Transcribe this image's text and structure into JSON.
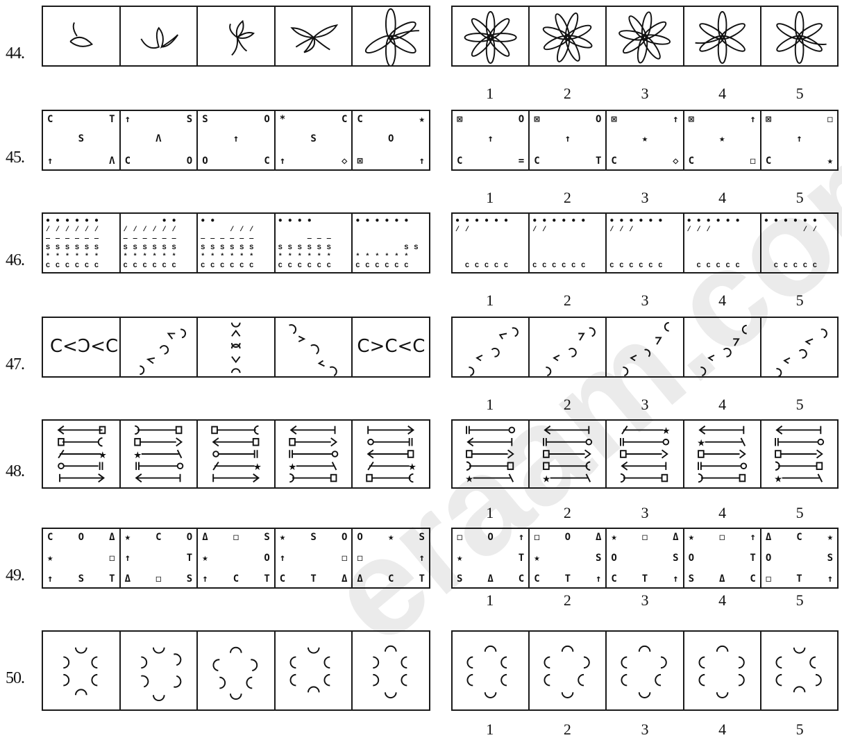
{
  "watermark": "eraam.com",
  "option_labels": [
    "1",
    "2",
    "3",
    "4",
    "5"
  ],
  "questions": [
    {
      "number": "44."
    },
    {
      "number": "45."
    },
    {
      "number": "46."
    },
    {
      "number": "47."
    },
    {
      "number": "48."
    },
    {
      "number": "49."
    },
    {
      "number": "50."
    }
  ],
  "q45": {
    "left": [
      {
        "tl": "C",
        "tr": "T",
        "cc": "S",
        "bl": "↑",
        "br": "Λ"
      },
      {
        "tl": "↑",
        "tr": "S",
        "cc": "Λ",
        "bl": "C",
        "br": "O"
      },
      {
        "tl": "S",
        "tr": "O",
        "cc": "↑",
        "bl": "O",
        "br": "C"
      },
      {
        "tl": "*",
        "tr": "C",
        "cc": "S",
        "bl": "↑",
        "br": "◇"
      },
      {
        "tl": "C",
        "tr": "★",
        "cc": "O",
        "bl": "⊠",
        "br": "↑"
      }
    ],
    "right": [
      {
        "tl": "⊠",
        "tr": "O",
        "cc": "↑",
        "bl": "C",
        "br": "="
      },
      {
        "tl": "⊠",
        "tr": "O",
        "cc": "↑",
        "bl": "C",
        "br": "T"
      },
      {
        "tl": "⊠",
        "tr": "↑",
        "cc": "★",
        "bl": "C",
        "br": "◇"
      },
      {
        "tl": "⊠",
        "tr": "↑",
        "cc": "★",
        "bl": "C",
        "br": "◻"
      },
      {
        "tl": "⊠",
        "tr": "◻",
        "cc": "↑",
        "bl": "C",
        "br": "★"
      }
    ]
  },
  "q46": {
    "left": [
      "● ● ● ● ● ●\n/ / / / / /\n— — — — — —\nS S S S S S\n* * * * * *\nC C C C C C",
      "        ● ●\n/ / / / / /\n— — — — — —\nS S S S S S\n* * * * * *\nC C C C C C",
      "● ●\n      / / /\n— — — — — —\nS S S S S S\n* * * * * *\nC C C C C C",
      "● ● ● ●\n\n      — — —\nS S S S S S\n* * * * * *\nC C C C C C",
      "● ● ● ● ● ●\n\n\n          S S\n* * * * * *\nC C C C C C"
    ],
    "right": [
      "● ● ● ● ● ●\n/ /\n\n\n\n  C C C C C",
      "● ● ● ● ● ●\n/ /\n\n\n\nC C C C C C",
      "● ● ● ● ● ●\n/ / /\n\n\n\nC C C C C C",
      "● ● ● ● ● ●\n/ / /\n\n\n\n  C C C C C",
      "● ● ● ● ● ●\n        / /\n\n\n\n  C C C C C"
    ]
  },
  "q49": {
    "left": [
      {
        "tl": "C",
        "tc": "O",
        "tr": "Δ",
        "ml": "★",
        "mr": "◻",
        "bl": "↑",
        "bc": "S",
        "br": "T"
      },
      {
        "tl": "★",
        "tc": "C",
        "tr": "O",
        "ml": "↑",
        "mr": "T",
        "bl": "Δ",
        "bc": "◻",
        "br": "S"
      },
      {
        "tl": "Δ",
        "tc": "◻",
        "tr": "S",
        "ml": "★",
        "mr": "O",
        "bl": "↑",
        "bc": "C",
        "br": "T"
      },
      {
        "tl": "★",
        "tc": "S",
        "tr": "O",
        "ml": "↑",
        "mr": "◻",
        "bl": "C",
        "bc": "T",
        "br": "Δ"
      },
      {
        "tl": "O",
        "tc": "★",
        "tr": "S",
        "ml": "◻",
        "mr": "↑",
        "bl": "Δ",
        "bc": "C",
        "br": "T"
      }
    ],
    "right": [
      {
        "tl": "◻",
        "tc": "O",
        "tr": "↑",
        "ml": "★",
        "mr": "T",
        "bl": "S",
        "bc": "Δ",
        "br": "C"
      },
      {
        "tl": "◻",
        "tc": "O",
        "tr": "Δ",
        "ml": "★",
        "mr": "S",
        "bl": "C",
        "bc": "T",
        "br": "↑"
      },
      {
        "tl": "★",
        "tc": "◻",
        "tr": "Δ",
        "ml": "O",
        "mr": "S",
        "bl": "C",
        "bc": "T",
        "br": "↑"
      },
      {
        "tl": "★",
        "tc": "◻",
        "tr": "↑",
        "ml": "O",
        "mr": "T",
        "bl": "S",
        "bc": "Δ",
        "br": "C"
      },
      {
        "tl": "Δ",
        "tc": "C",
        "tr": "★",
        "ml": "O",
        "mr": "S",
        "bl": "◻",
        "bc": "T",
        "br": "↑"
      }
    ]
  },
  "q47": {
    "left": [
      "C<Ↄ<C",
      "",
      "",
      "",
      "C>C<C"
    ]
  }
}
